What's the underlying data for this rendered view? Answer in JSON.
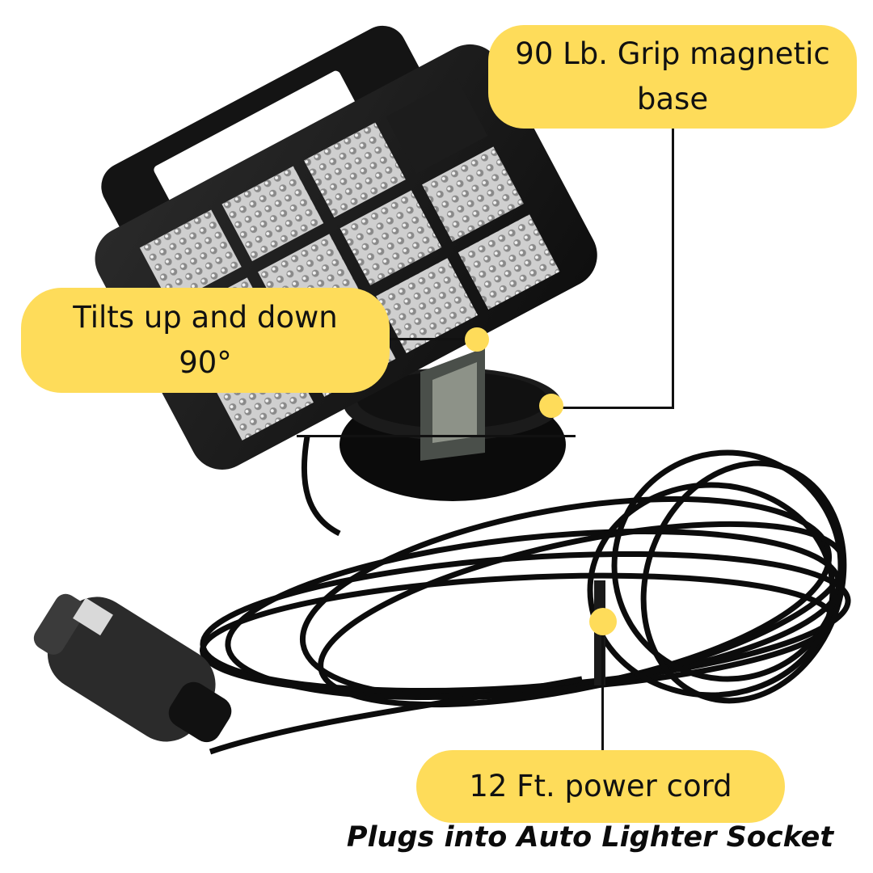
{
  "callouts": {
    "grip": {
      "line1": "90 Lb. Grip magnetic",
      "line2": "base"
    },
    "tilt": {
      "line1": "Tilts up and down",
      "line2": "90°"
    },
    "cord": {
      "line1": "12 Ft. power cord"
    }
  },
  "caption": "Plugs into Auto Lighter Socket",
  "colors": {
    "callout_fill": "#FEDC5A",
    "leader_line": "#111111",
    "product_black": "#141414",
    "background": "#FFFFFF"
  },
  "product": {
    "name": "magnetic-base-led-work-light",
    "parts": [
      "lamp-head",
      "handle",
      "led-grid-3x4",
      "swivel-bracket",
      "magnetic-base",
      "coiled-power-cord",
      "cigarette-lighter-plug"
    ]
  }
}
